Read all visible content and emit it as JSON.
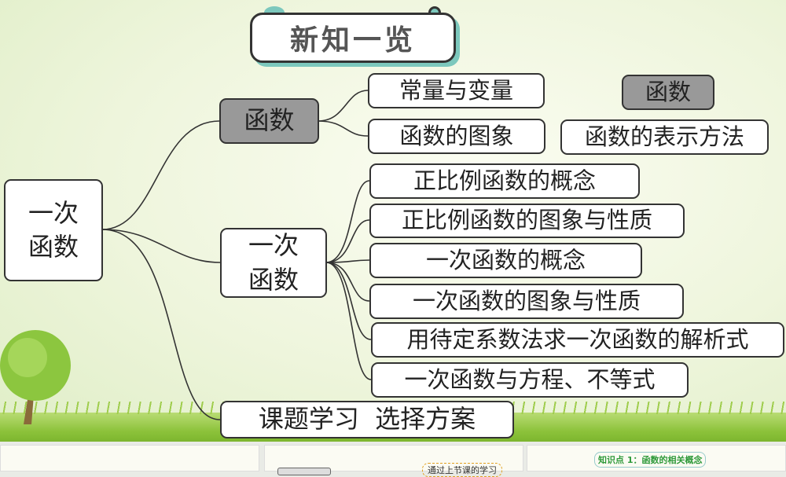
{
  "title": "新知一览",
  "root": "一次函数",
  "branch_function": "函数",
  "branch_linear": "一次函数",
  "branch_project": "课题学习  选择方案",
  "function_items": [
    "常量与变量",
    "函数的图象"
  ],
  "side_function": "函数",
  "side_representation": "函数的表示方法",
  "linear_items": [
    "正比例函数的概念",
    "正比例函数的图象与性质",
    "一次函数的概念",
    "一次函数的图象与性质",
    "用待定系数法求一次函数的解析式",
    "一次函数与方程、不等式"
  ],
  "thumbnails": {
    "middle_bubble": "通过上节课的学习",
    "right_label": "知识点 1：函数的相关概念"
  },
  "colors": {
    "gray_box": "#999999",
    "accent_teal": "#7cc8bd",
    "grass": "#8cc23a"
  }
}
